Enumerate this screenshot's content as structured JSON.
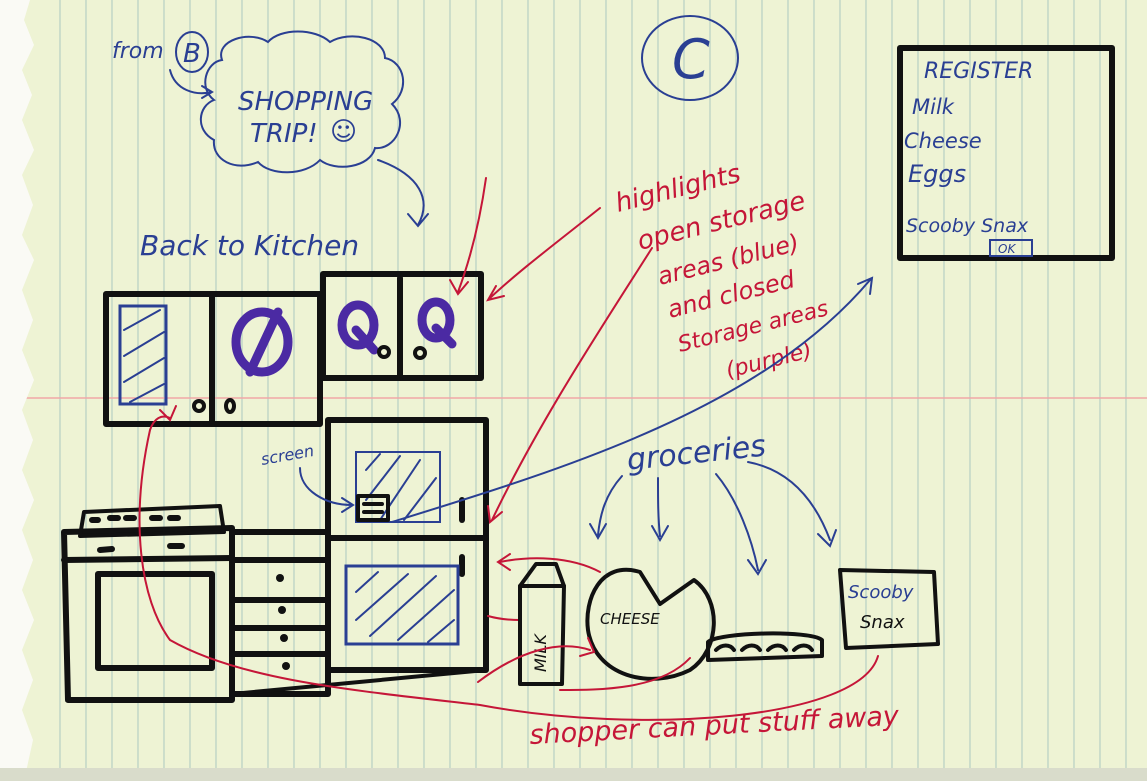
{
  "colors": {
    "paper": "#eef3d4",
    "ruled_line": "#b7cfc4",
    "margin_line": "#f0a7a7",
    "blue_ink": "#2a3f93",
    "red_ink": "#c51638",
    "black_ink": "#111111",
    "purple_marker": "#4b2aa3"
  },
  "sketch": {
    "from_label": "from",
    "from_letter": "B",
    "page_letter": "C",
    "cloud_text_line1": "SHOPPING",
    "cloud_text_line2": "TRIP!",
    "cloud_smiley": "☺",
    "back_label": "Back to Kitchen",
    "screen_label": "screen",
    "groceries_label": "groceries",
    "milk_label": "MILK",
    "cheese_label": "CHEESE",
    "snax_line1": "Scooby",
    "snax_line2": "Snax",
    "highlight_note": [
      "highlights",
      "open storage",
      "areas (blue)",
      "and closed",
      "Storage areas",
      "(purple)"
    ],
    "bottom_note": "shopper can put stuff away"
  },
  "register": {
    "title": "REGISTER",
    "items": [
      "Milk",
      "Cheese",
      "Eggs",
      "Scooby Snax"
    ],
    "ok_label": "OK"
  }
}
